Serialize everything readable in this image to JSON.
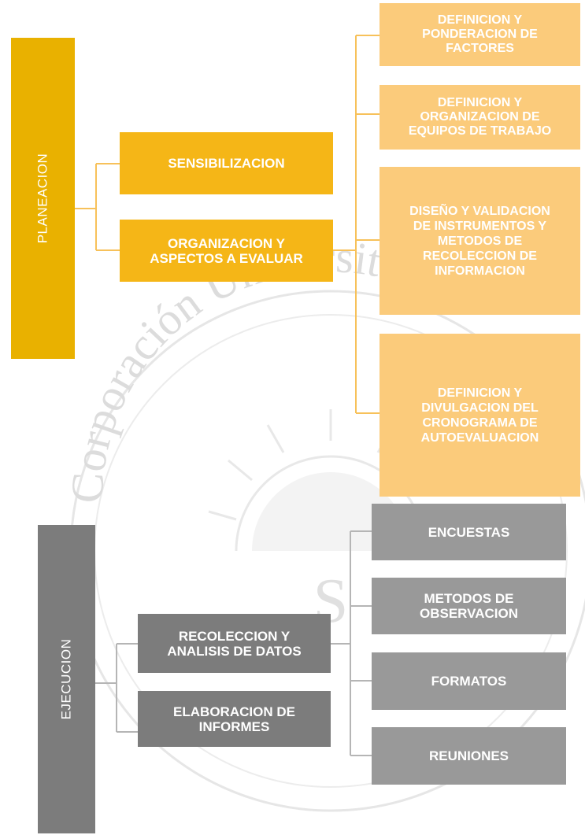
{
  "colors": {
    "planning_main": "#e9b100",
    "planning_mid": "#f5b617",
    "planning_light": "#fbcb7b",
    "planning_connector": "#f7c15a",
    "execution_main": "#7c7c7c",
    "execution_mid": "#7c7c7c",
    "execution_light": "#999999",
    "execution_connector": "#b5b5b5",
    "watermark": "#dcdcdc"
  },
  "planeacion": {
    "title": "PLANEACION",
    "level1": [
      {
        "label": "SENSIBILIZACION"
      },
      {
        "label": "ORGANIZACION Y\nASPECTOS A EVALUAR"
      }
    ],
    "level2": [
      {
        "label": "DEFINICION Y\nPONDERACION DE\nFACTORES"
      },
      {
        "label": "DEFINICION Y\nORGANIZACION DE\nEQUIPOS DE TRABAJO"
      },
      {
        "label": "DISEÑO Y VALIDACION\nDE INSTRUMENTOS Y\nMETODOS DE\nRECOLECCION DE\nINFORMACION"
      },
      {
        "label": "DEFINICION Y\nDIVULGACION DEL\nCRONOGRAMA DE\nAUTOEVALUACION"
      }
    ]
  },
  "ejecucion": {
    "title": "EJECUCION",
    "level1": [
      {
        "label": "RECOLECCION Y\nANALISIS DE DATOS"
      },
      {
        "label": "ELABORACION DE\nINFORMES"
      }
    ],
    "level2": [
      {
        "label": "ENCUESTAS"
      },
      {
        "label": "METODOS DE\nOBSERVACION"
      },
      {
        "label": "FORMATOS"
      },
      {
        "label": "REUNIONES"
      }
    ]
  },
  "watermark": {
    "text": "Corporación Universitaria",
    "emblem_letter": "S"
  }
}
